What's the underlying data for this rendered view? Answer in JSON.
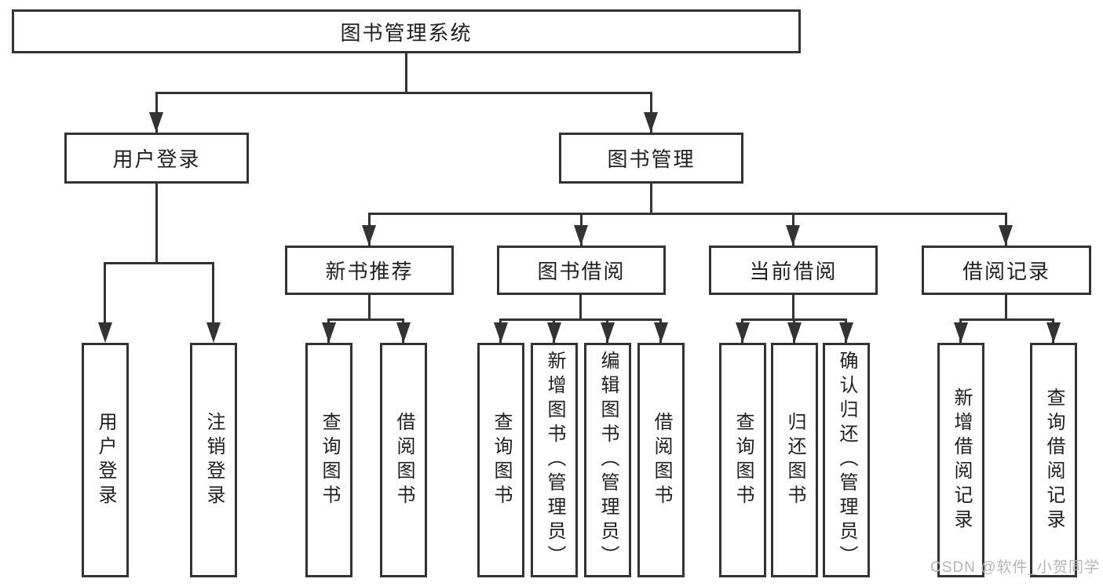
{
  "diagram": {
    "root": {
      "label": "图书管理系统"
    },
    "branches": [
      {
        "label": "用户登录",
        "children": [
          "用户登录",
          "注销登录"
        ]
      },
      {
        "label": "图书管理",
        "groups": [
          {
            "label": "新书推荐",
            "children": [
              "查询图书",
              "借阅图书"
            ]
          },
          {
            "label": "图书借阅",
            "children": [
              "查询图书",
              "新增图书（管理员）",
              "编辑图书（管理员）",
              "借阅图书"
            ]
          },
          {
            "label": "当前借阅",
            "children": [
              "查询图书",
              "归还图书",
              "确认归还（管理员）"
            ]
          },
          {
            "label": "借阅记录",
            "children": [
              "新增借阅记录",
              "查询借阅记录"
            ]
          }
        ]
      }
    ]
  },
  "watermark": {
    "text": "CSDN @软件_小贺同学",
    "color": "#b6b6b6"
  },
  "colors": {
    "line": "#333333",
    "box_border": "#333333",
    "box_fill": "#ffffff",
    "text": "#1f1f1f",
    "background": "#ffffff"
  }
}
